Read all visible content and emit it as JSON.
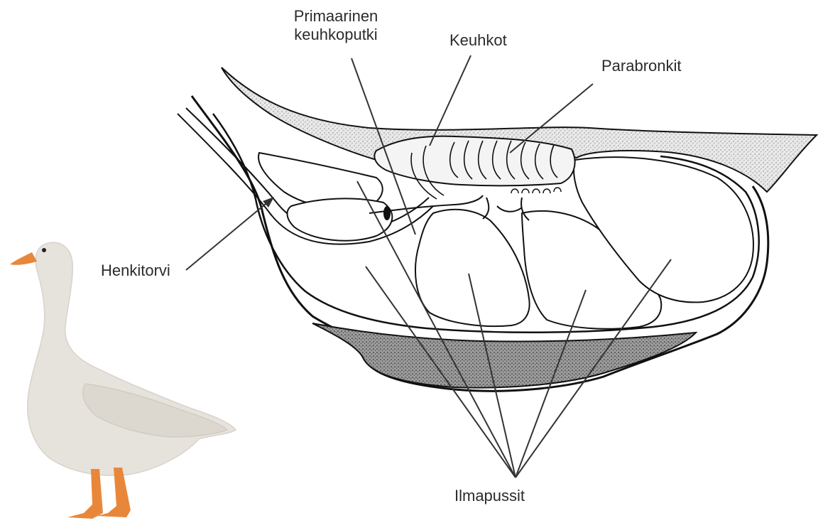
{
  "labels": {
    "primary_bronchus_line1": "Primaarinen",
    "primary_bronchus_line2": "keuhkoputki",
    "lungs": "Keuhkot",
    "parabronchi": "Parabronkit",
    "trachea": "Henkitorvi",
    "air_sacs": "Ilmapussit"
  },
  "colors": {
    "label_text": "#2b2b2b",
    "leader_line": "#333333",
    "outline": "#111111",
    "body_stipple": "#c9c9c9",
    "keel_shade": "#7d7d7d",
    "goose_body": "#e6e2dc",
    "goose_beak_feet": "#e8873a"
  }
}
